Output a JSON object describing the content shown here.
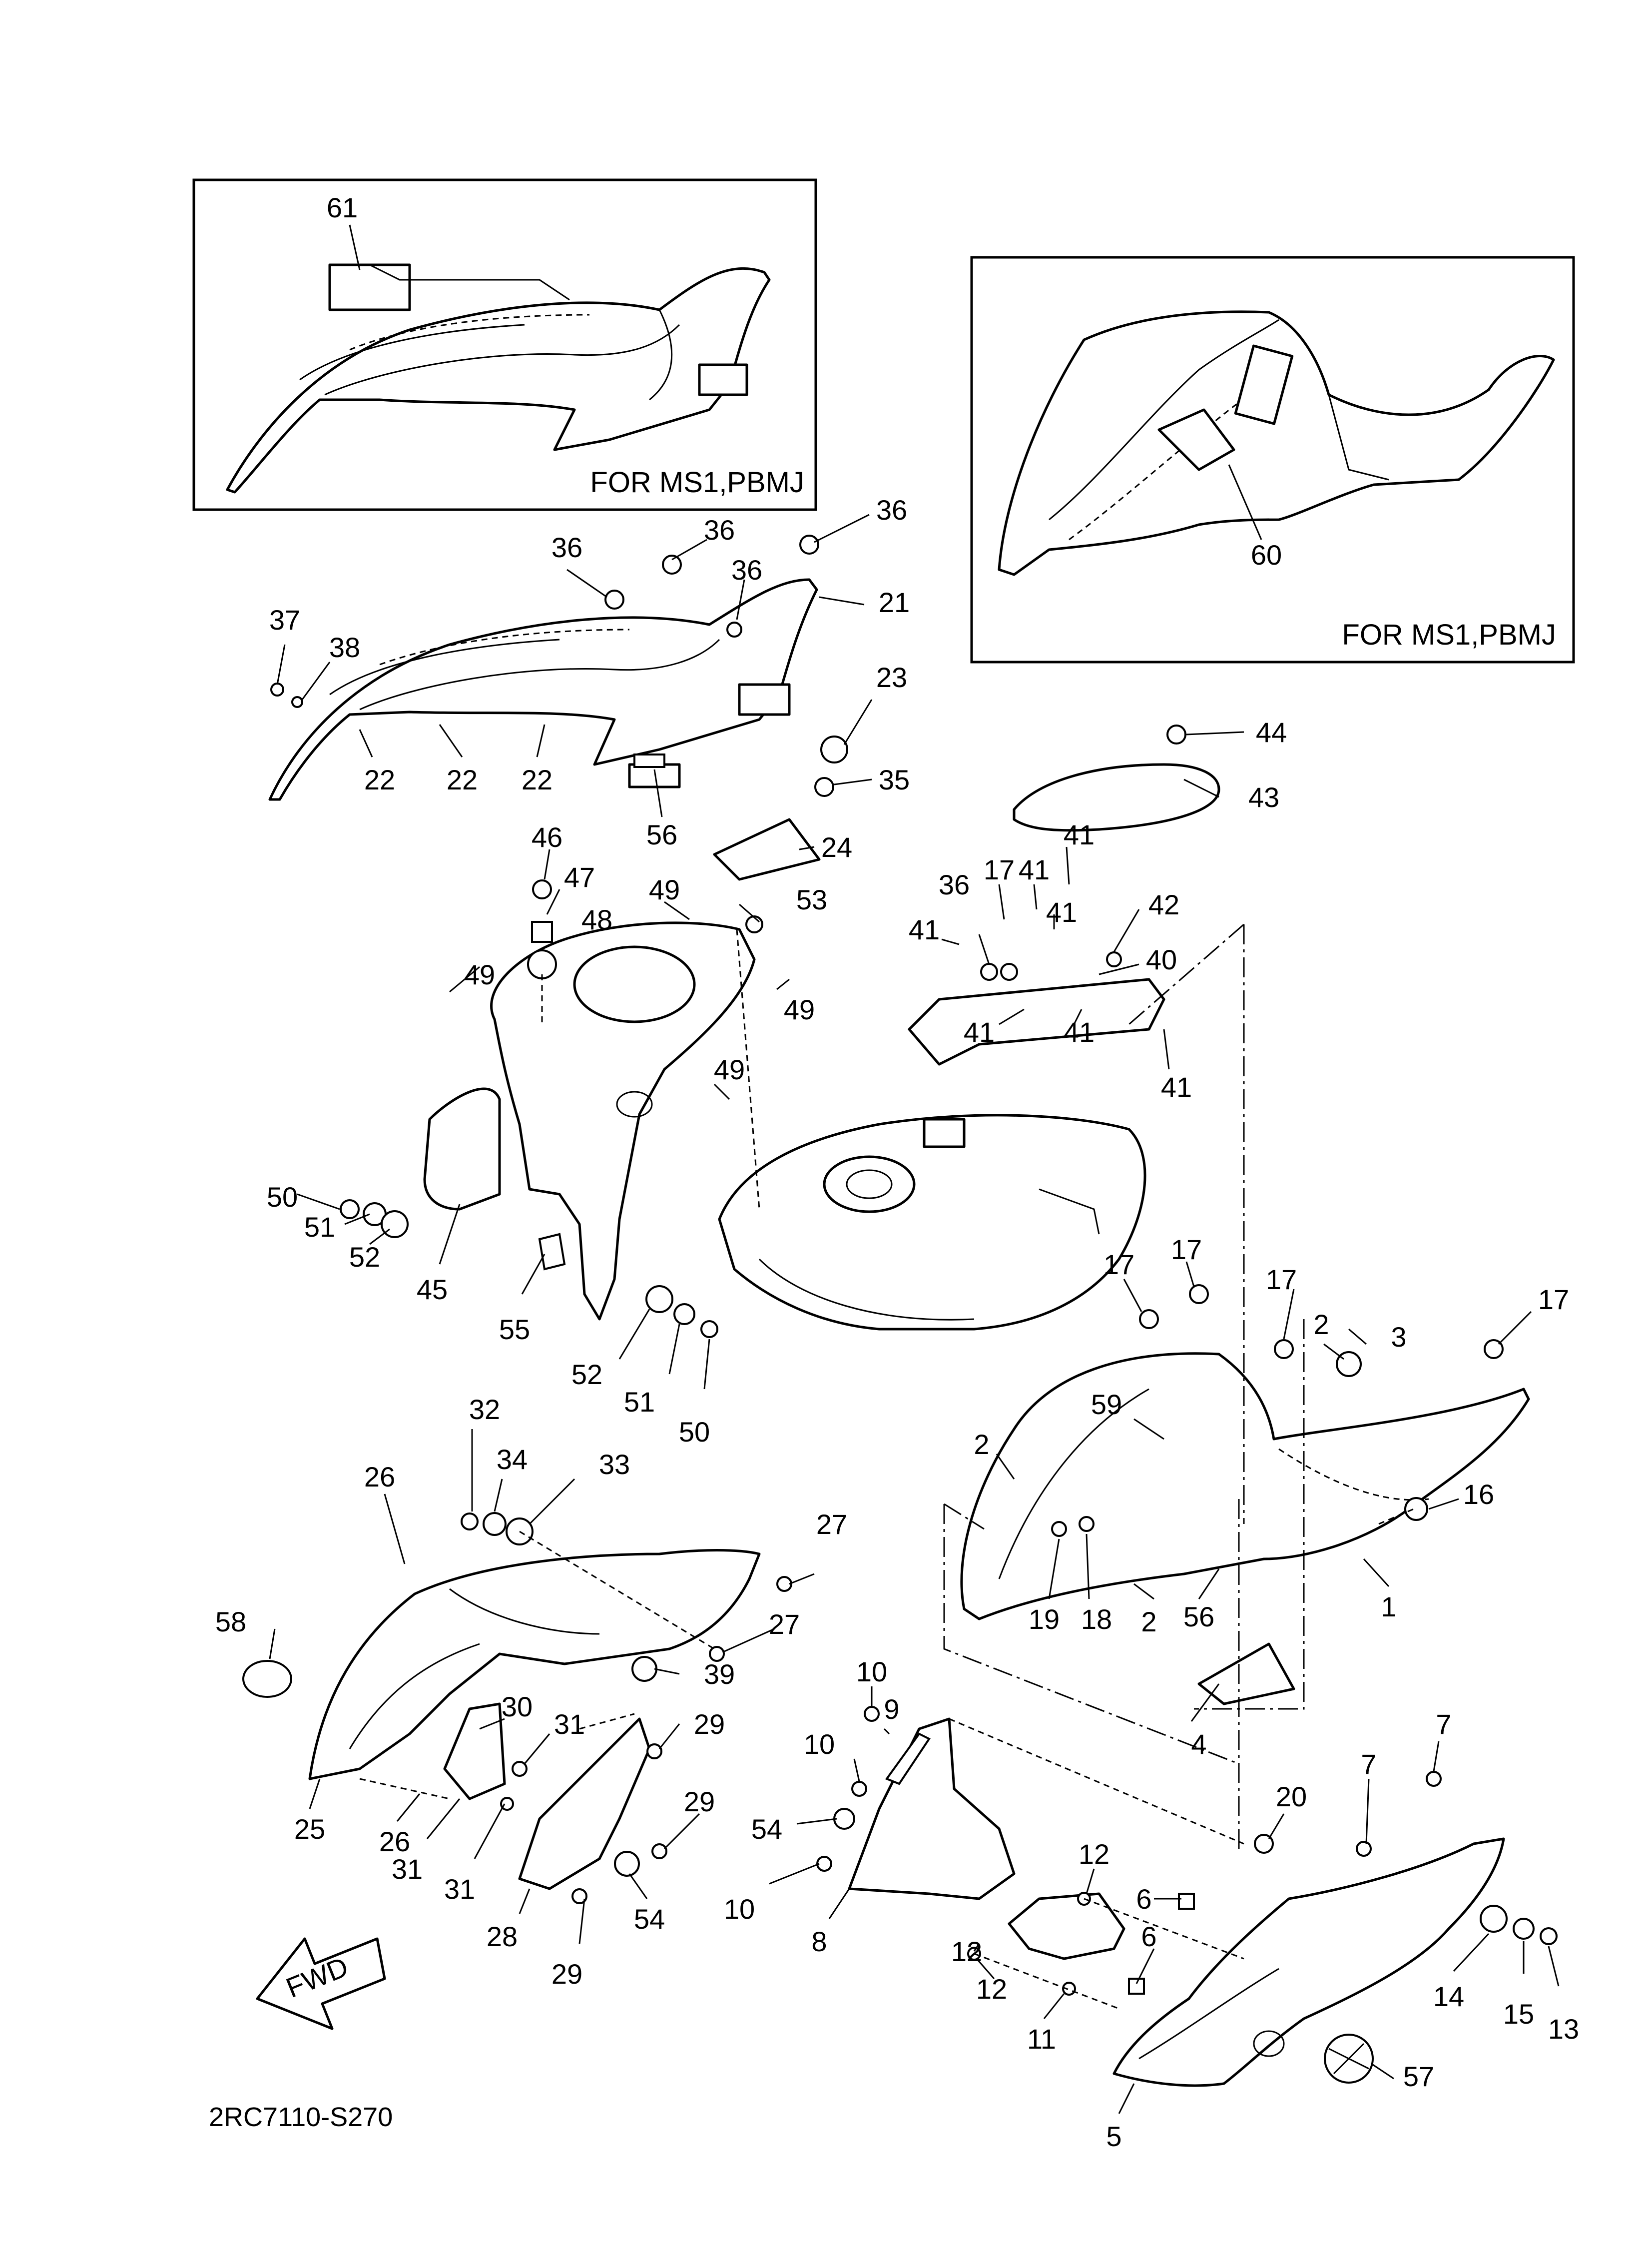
{
  "inset_labels": [
    "FOR MS1,PBMJ",
    "FOR MS1,PBMJ"
  ],
  "drawing_code": "2RC7110-S270",
  "fwd_label": "FWD",
  "callouts": [
    {
      "id": "61"
    },
    {
      "id": "60"
    },
    {
      "id": "36"
    },
    {
      "id": "36"
    },
    {
      "id": "36"
    },
    {
      "id": "36"
    },
    {
      "id": "37"
    },
    {
      "id": "38"
    },
    {
      "id": "21"
    },
    {
      "id": "23"
    },
    {
      "id": "35"
    },
    {
      "id": "22"
    },
    {
      "id": "22"
    },
    {
      "id": "22"
    },
    {
      "id": "56"
    },
    {
      "id": "24"
    },
    {
      "id": "44"
    },
    {
      "id": "43"
    },
    {
      "id": "46"
    },
    {
      "id": "47"
    },
    {
      "id": "48"
    },
    {
      "id": "49"
    },
    {
      "id": "49"
    },
    {
      "id": "49"
    },
    {
      "id": "49"
    },
    {
      "id": "53"
    },
    {
      "id": "50"
    },
    {
      "id": "51"
    },
    {
      "id": "52"
    },
    {
      "id": "45"
    },
    {
      "id": "55"
    },
    {
      "id": "52"
    },
    {
      "id": "51"
    },
    {
      "id": "50"
    },
    {
      "id": "41"
    },
    {
      "id": "41"
    },
    {
      "id": "41"
    },
    {
      "id": "41"
    },
    {
      "id": "41"
    },
    {
      "id": "41"
    },
    {
      "id": "41"
    },
    {
      "id": "17"
    },
    {
      "id": "36"
    },
    {
      "id": "42"
    },
    {
      "id": "40"
    },
    {
      "id": "17"
    },
    {
      "id": "17"
    },
    {
      "id": "17"
    },
    {
      "id": "17"
    },
    {
      "id": "2"
    },
    {
      "id": "3"
    },
    {
      "id": "59"
    },
    {
      "id": "2"
    },
    {
      "id": "16"
    },
    {
      "id": "19"
    },
    {
      "id": "18"
    },
    {
      "id": "2"
    },
    {
      "id": "56"
    },
    {
      "id": "1"
    },
    {
      "id": "4"
    },
    {
      "id": "32"
    },
    {
      "id": "34"
    },
    {
      "id": "33"
    },
    {
      "id": "26"
    },
    {
      "id": "27"
    },
    {
      "id": "27"
    },
    {
      "id": "58"
    },
    {
      "id": "39"
    },
    {
      "id": "30"
    },
    {
      "id": "31"
    },
    {
      "id": "29"
    },
    {
      "id": "25"
    },
    {
      "id": "26"
    },
    {
      "id": "31"
    },
    {
      "id": "31"
    },
    {
      "id": "29"
    },
    {
      "id": "54"
    },
    {
      "id": "28"
    },
    {
      "id": "29"
    },
    {
      "id": "10"
    },
    {
      "id": "9"
    },
    {
      "id": "10"
    },
    {
      "id": "54"
    },
    {
      "id": "10"
    },
    {
      "id": "8"
    },
    {
      "id": "7"
    },
    {
      "id": "7"
    },
    {
      "id": "20"
    },
    {
      "id": "12"
    },
    {
      "id": "6"
    },
    {
      "id": "6"
    },
    {
      "id": "12"
    },
    {
      "id": "12"
    },
    {
      "id": "11"
    },
    {
      "id": "14"
    },
    {
      "id": "15"
    },
    {
      "id": "13"
    },
    {
      "id": "57"
    },
    {
      "id": "5"
    }
  ]
}
